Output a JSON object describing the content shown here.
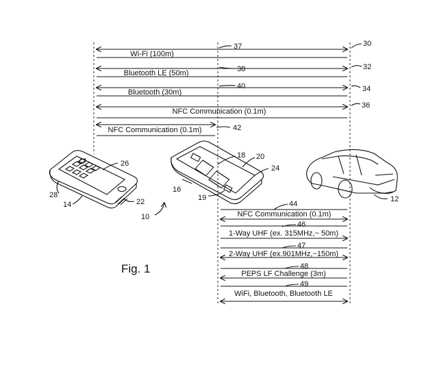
{
  "figure_label": "Fig. 1",
  "upper_links": [
    {
      "label": "Wi-Fi (100m)",
      "ref": "30",
      "ref2": "37"
    },
    {
      "label": "Bluetooth LE (50m)",
      "ref": "32",
      "ref2": "38"
    },
    {
      "label": "Bluetooth (30m)",
      "ref": "34",
      "ref2": "40"
    },
    {
      "label": "NFC Communication (0.1m)",
      "ref": "36"
    },
    {
      "label": "NFC Communication (0.1m)",
      "ref": "42"
    }
  ],
  "lower_links": [
    {
      "label": "NFC Communication (0.1m)",
      "ref": "44"
    },
    {
      "label": "1-Way UHF (ex. 315MHz,~ 50m)",
      "ref": "46"
    },
    {
      "label": "2-Way UHF (ex.901MHz,~150m)",
      "ref": "47"
    },
    {
      "label": "PEPS LF Challenge (3m)",
      "ref": "48"
    },
    {
      "label": "WiFi, Bluetooth, Bluetooth LE",
      "ref": "49"
    }
  ],
  "phone_refs": {
    "screen": "26",
    "body": "14",
    "edge": "28",
    "port": "22"
  },
  "case_refs": {
    "case": "16",
    "slot_a": "18",
    "slot_b": "20",
    "module": "24",
    "corner": "19"
  },
  "system_ref": "10",
  "vehicle_ref": "12"
}
